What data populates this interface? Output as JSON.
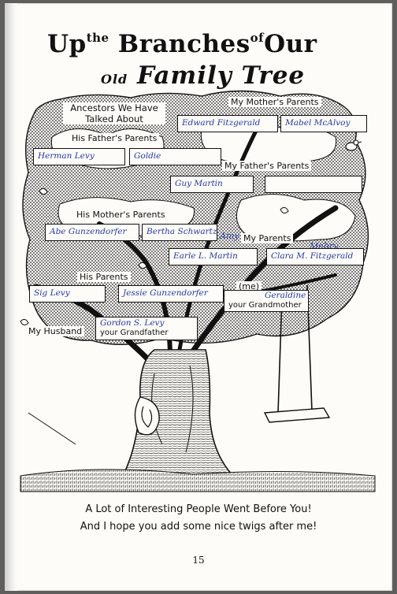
{
  "title": {
    "line1_up": "Up",
    "line1_the": "the",
    "line1_branches": "Branches",
    "line1_of": "of",
    "line1_our": "Our",
    "line2_old": "Old",
    "line2_family_tree": "Family Tree"
  },
  "ancestors_heading": "Ancestors We Have Talked About",
  "sections": {
    "mothers_parents": "My Mother's Parents",
    "his_fathers_parents": "His Father's Parents",
    "fathers_parents": "My Father's Parents",
    "his_mothers_parents": "His Mother's Parents",
    "my_parents": "My Parents",
    "his_parents": "His Parents",
    "me": "(me)",
    "my_husband": "My Husband"
  },
  "names": {
    "mothers_father": "Edward Fitzgerald",
    "mothers_mother": "Mabel McAlvoy",
    "his_fathers_father": "Herman Levy",
    "his_fathers_mother": "Goldie",
    "fathers_father": "Guy Martin",
    "fathers_mother": "",
    "his_mothers_father": "Abe Gunzendorfer",
    "his_mothers_mother": "Bertha Schwartz",
    "my_father": "Earle L. Martin",
    "my_mother": "Clara M. Fitzgerald",
    "my_mother_note": "Mabry",
    "my_father_note": "Amy",
    "his_father": "Sig Levy",
    "his_mother": "Jessie Gunzendorfer",
    "me_name": "Geraldine",
    "husband_name": "Gordon S. Levy"
  },
  "printed": {
    "your_grandmother": "your Grandmother",
    "your_grandfather": "your Grandfather"
  },
  "footer": {
    "line1": "A Lot of Interesting People Went Before You!",
    "line2": "And I hope you add some nice twigs after me!"
  },
  "page_number": "15"
}
